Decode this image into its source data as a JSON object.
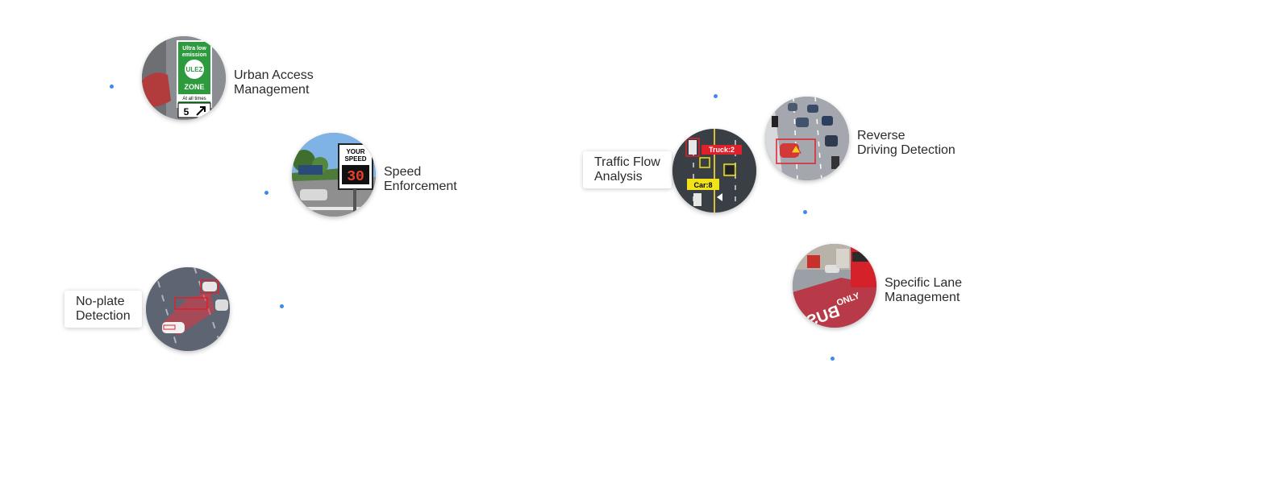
{
  "features": {
    "urban_access": {
      "line1": "Urban Access",
      "line2": "Management"
    },
    "speed": {
      "line1": "Speed",
      "line2": "Enforcement"
    },
    "no_plate": {
      "line1": "No-plate",
      "line2": "Detection"
    },
    "traffic_flow": {
      "line1": "Traffic Flow",
      "line2": "Analysis"
    },
    "reverse": {
      "line1": "Reverse",
      "line2": "Driving Detection"
    },
    "lane": {
      "line1": "Specific Lane",
      "line2": "Management"
    }
  },
  "images": {
    "ulez": {
      "l1": "Ultra low",
      "l2": "emission",
      "l3": "ULEZ",
      "l4": "ZONE",
      "l5": "At all times",
      "l6": "5"
    },
    "speed_sign": {
      "l1": "YOUR",
      "l2": "SPEED",
      "value": "30"
    },
    "traffic": {
      "truck": "Truck:2",
      "car": "Car:8"
    },
    "lane_road": {
      "text1": "ONLY",
      "text2": "BUS"
    }
  },
  "colors": {
    "dot": "#3b8beb",
    "ulez_green": "#2e9a3e",
    "detect_red": "#e0202a",
    "detect_yellow": "#f2e21a"
  }
}
